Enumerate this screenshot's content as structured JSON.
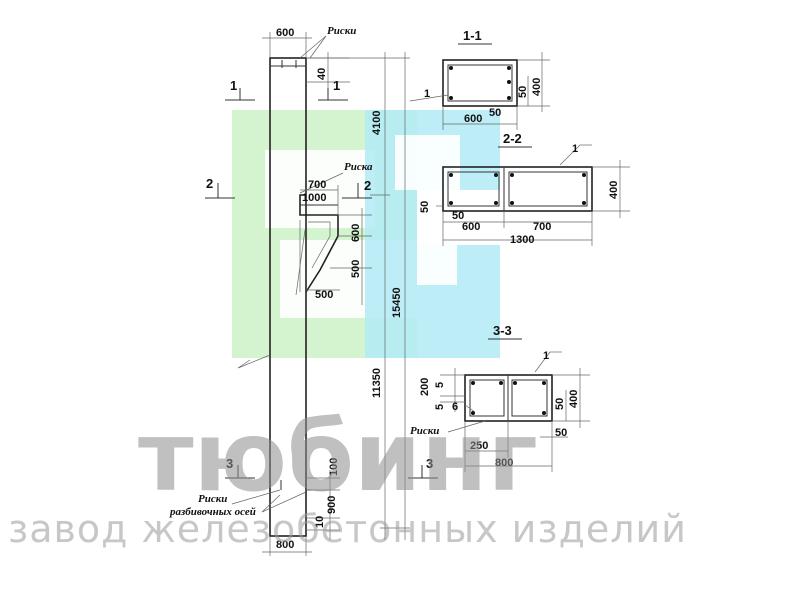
{
  "drawing": {
    "top_width": "600",
    "top_marks": "Риски",
    "dim_40": "40",
    "dim_4100": "4100",
    "dim_15450": "15450",
    "dim_11350": "11350",
    "mark_label": "Риска",
    "corbel_700": "700",
    "corbel_1000": "1000",
    "corbel_600": "600",
    "corbel_500_v": "500",
    "corbel_500_h": "500",
    "dim_100": "100",
    "dim_900": "900",
    "dim_10": "10",
    "bottom_width": "800",
    "bottom_marks": "Риски",
    "bottom_marks_sub": "разбивочных осей",
    "cut_1": "1",
    "cut_2": "2",
    "cut_3": "3"
  },
  "section_1": {
    "title": "1-1",
    "dim_50_v": "50",
    "dim_400": "400",
    "dim_50_h": "50",
    "dim_600": "600",
    "leader": "1"
  },
  "section_2": {
    "title": "2-2",
    "dim_400": "400",
    "dim_50_v": "50",
    "dim_50_h": "50",
    "dim_600": "600",
    "dim_700": "700",
    "dim_1300": "1300",
    "leader": "1"
  },
  "section_3": {
    "title": "3-3",
    "dim_200": "200",
    "dim_5a": "5",
    "dim_5b": "5",
    "dim_6": "6",
    "dim_50_v": "50",
    "dim_400": "400",
    "marks": "Риски",
    "dim_250": "250",
    "dim_50_h": "50",
    "dim_800": "800",
    "leader": "1"
  },
  "watermark": {
    "brand": "тюбинг",
    "tagline": "завод железобетонных изделий",
    "color_green": "#c9f0c3",
    "color_cyan": "#a9e8f5"
  }
}
